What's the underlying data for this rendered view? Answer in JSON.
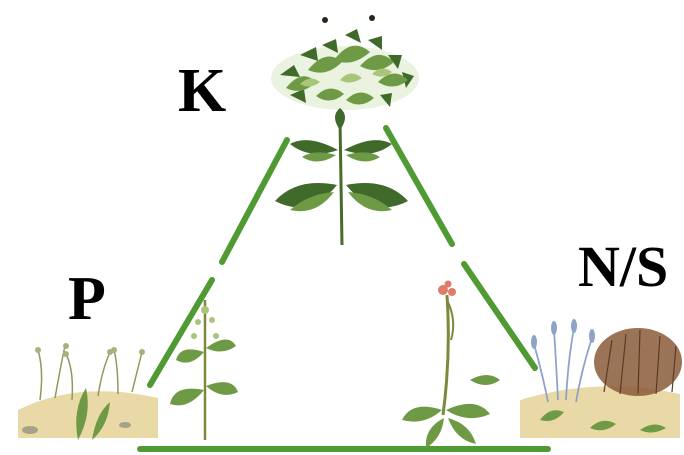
{
  "diagram": {
    "labels": {
      "top": "K",
      "left": "P",
      "right": "N/S"
    },
    "colors": {
      "triangle_line": "#4f9a32",
      "leaf_dark": "#3f6a2a",
      "leaf_mid": "#6f9a45",
      "leaf_light": "#a9c57a",
      "soil": "#e9d9a6",
      "stem": "#7b8a3a",
      "flower_pink": "#e07a6a",
      "grass_blue": "#8fa3c8",
      "shrub_brown": "#8a5a3a"
    },
    "icons": {
      "top_plant": "nettle-icon",
      "top_patch": "nettle-patch-icon",
      "left_plant": "goosefoot-icon",
      "left_patch": "meadow-patch-icon",
      "right_plant": "hawkweed-icon",
      "right_patch": "heath-patch-icon"
    }
  }
}
